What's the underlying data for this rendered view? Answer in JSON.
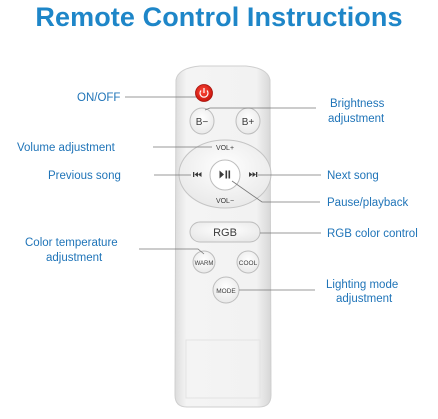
{
  "title": "Remote Control Instructions",
  "colors": {
    "accent": "#1e86c8",
    "label": "#1f74b8",
    "power": "#e2231a",
    "remote_body": "#f1f1f1"
  },
  "remote": {
    "power_icon": "power-icon",
    "b_minus": "B−",
    "b_plus": "B+",
    "vol_up": "VOL+",
    "vol_down": "VOL−",
    "prev_icon": "previous-icon",
    "play_icon": "play-pause-icon",
    "next_icon": "next-icon",
    "rgb": "RGB",
    "warm": "WARM",
    "cool": "COOL",
    "mode": "MODE"
  },
  "labels": {
    "on_off": "ON/OFF",
    "brightness_1": "Brightness",
    "brightness_2": "adjustment",
    "volume": "Volume adjustment",
    "previous": "Previous song",
    "next": "Next song",
    "pause": "Pause/playback",
    "color_temp_1": "Color temperature",
    "color_temp_2": "adjustment",
    "rgb_control": "RGB color control",
    "lighting_1": "Lighting mode",
    "lighting_2": "adjustment"
  }
}
